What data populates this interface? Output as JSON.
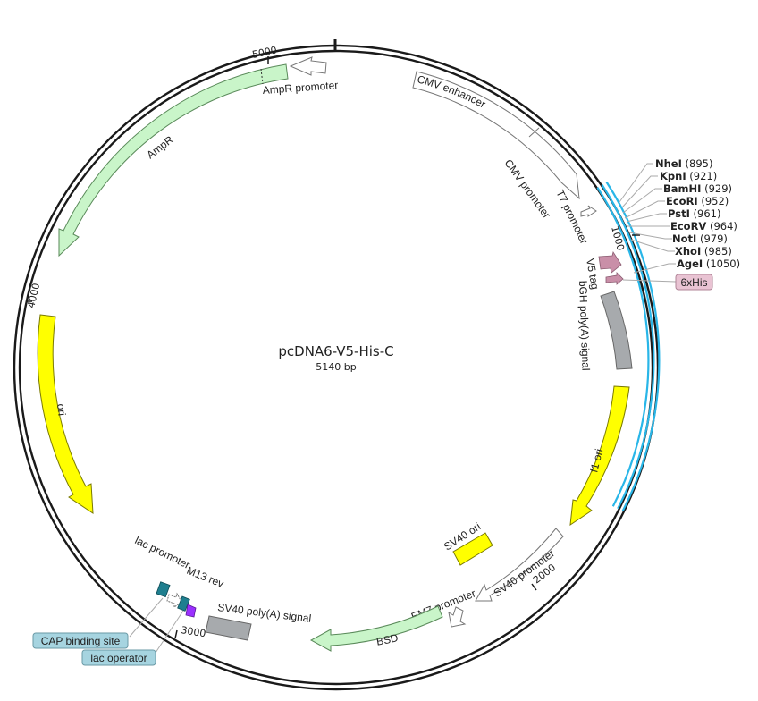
{
  "plasmid": {
    "name": "pcDNA6-V5-His-C",
    "size_label": "5140 bp"
  },
  "ticks": [
    "1000",
    "2000",
    "3000",
    "4000",
    "5000"
  ],
  "features": {
    "cmv_enhancer": "CMV enhancer",
    "cmv_promoter": "CMV promoter",
    "t7_promoter": "T7 promoter",
    "v5_tag": "V5 tag",
    "bgh_polya": "bGH poly(A) signal",
    "f1_ori": "f1 ori",
    "sv40_ori": "SV40 ori",
    "sv40_promoter": "SV40 promoter",
    "em7_promoter": "EM7 promoter",
    "bsd": "BSD",
    "sv40_polya": "SV40 poly(A) signal",
    "m13_rev": "M13 rev",
    "lac_promoter": "lac promoter",
    "ori": "ori",
    "ampr": "AmpR",
    "ampr_promoter": "AmpR promoter",
    "his_tag": "6xHis",
    "cap_site": "CAP binding site",
    "lac_operator": "lac operator"
  },
  "sites": [
    {
      "name": "NheI",
      "pos": "(895)"
    },
    {
      "name": "KpnI",
      "pos": "(921)"
    },
    {
      "name": "BamHI",
      "pos": "(929)"
    },
    {
      "name": "EcoRI",
      "pos": "(952)"
    },
    {
      "name": "PstI",
      "pos": "(961)"
    },
    {
      "name": "EcoRV",
      "pos": "(964)"
    },
    {
      "name": "NotI",
      "pos": "(979)"
    },
    {
      "name": "XhoI",
      "pos": "(985)"
    },
    {
      "name": "AgeI",
      "pos": "(1050)"
    }
  ],
  "colors": {
    "backbone": "#1a1a1a",
    "mcs_highlight": "#29b6e8",
    "resistance": "#c9f5c9",
    "ori": "#ffff00",
    "polya": "#a7aaad",
    "tag": "#c98fa8",
    "lac": "#1f7f8f",
    "m13": "#9b30ff",
    "label_box": "#a6d4e0"
  }
}
